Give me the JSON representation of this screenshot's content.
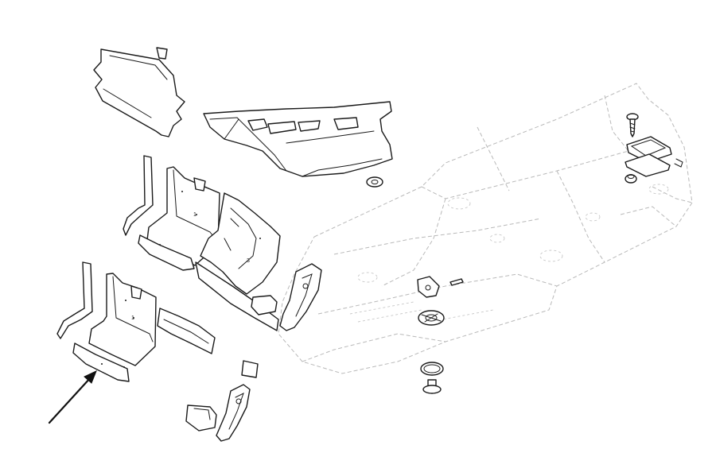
{
  "diagram": {
    "type": "exploded-parts",
    "colors": {
      "line": "#1a1a1a",
      "ghost": "#b9b9b9",
      "background": "#ffffff"
    },
    "parts": [
      {
        "id": "insulation-pad-upper-left",
        "icon": "flat-pad"
      },
      {
        "id": "tunnel-cover",
        "icon": "formed-panel"
      },
      {
        "id": "heat-shield-upper",
        "icon": "bracket-panel"
      },
      {
        "id": "heat-shield-lower",
        "icon": "bracket-panel"
      },
      {
        "id": "side-bracket-right",
        "icon": "bracket"
      },
      {
        "id": "side-bracket-lower",
        "icon": "bracket"
      },
      {
        "id": "small-square-pad",
        "icon": "square-pad"
      },
      {
        "id": "access-plate",
        "icon": "plate"
      },
      {
        "id": "screw",
        "icon": "screw"
      },
      {
        "id": "grommet",
        "icon": "grommet"
      },
      {
        "id": "clip-fastener",
        "icon": "clip"
      }
    ],
    "callout": {
      "icon": "arrow",
      "points_to": "heat-shield-lower"
    }
  }
}
